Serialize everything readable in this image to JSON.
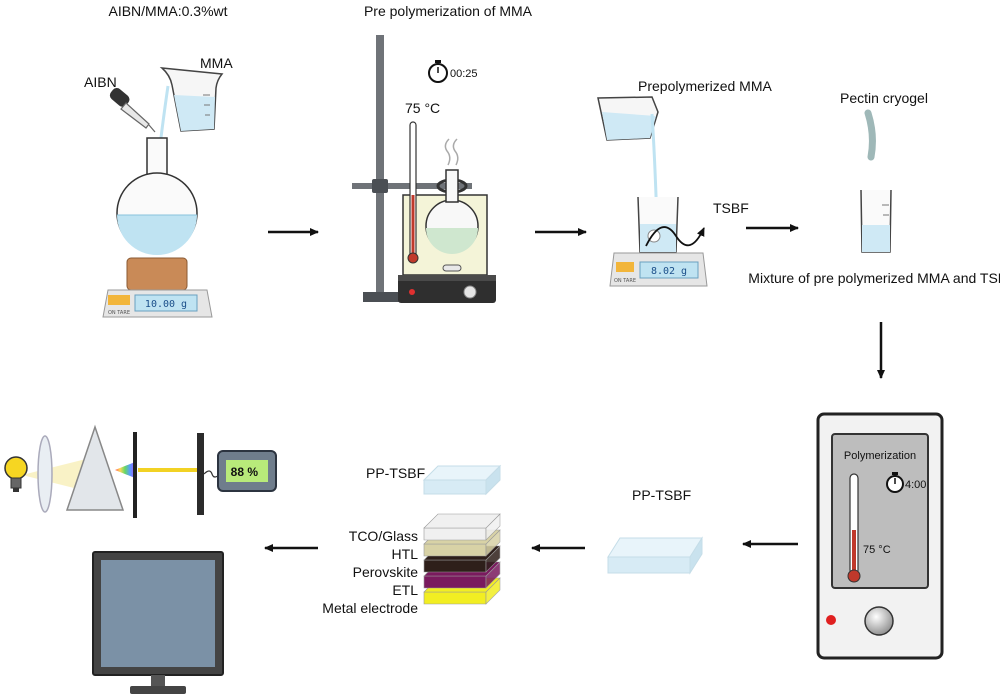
{
  "labels": {
    "aibn_ratio": "AIBN/MMA:0.3%wt",
    "aibn": "AIBN",
    "mma": "MMA",
    "prepolymerization": "Pre polymerization of MMA",
    "timer_1": "00:25",
    "temp_1": "75 °C",
    "prepolymerized_mma": "Prepolymerized MMA",
    "tsbf": "TSBF",
    "pectin_cryogel": "Pectin cryogel",
    "mixture": "Mixture of pre polymerized MMA and TSBF",
    "polymerization": "Polymerization",
    "timer_2": "4:00",
    "temp_2": "75 °C",
    "pp_tsbf_middle": "PP-TSBF",
    "pp_tsbf_top": "PP-TSBF",
    "efficiency": "88 %"
  },
  "scales": {
    "scale_1_readout": "10.00 g",
    "scale_2_readout": "8.02 g",
    "scale_tare": "ON TARE"
  },
  "stack_layers": [
    {
      "name": "TCO/Glass",
      "color": "#f0f0f0"
    },
    {
      "name": "HTL",
      "color": "#d8d2a6"
    },
    {
      "name": "Perovskite",
      "color": "#2e1f1a"
    },
    {
      "name": "ETL",
      "color": "#7a1a5e"
    },
    {
      "name": "Metal electrode",
      "color": "#f2ee22"
    }
  ],
  "colors": {
    "liquid": "#bfe3f2",
    "arrow": "#111111",
    "oven_body": "#f2f2f2",
    "oven_window": "#bdbdbd",
    "thermometer_red": "#c0392b",
    "monitor_screen": "#7b91a6",
    "meter_display": "#b8ea7a"
  }
}
